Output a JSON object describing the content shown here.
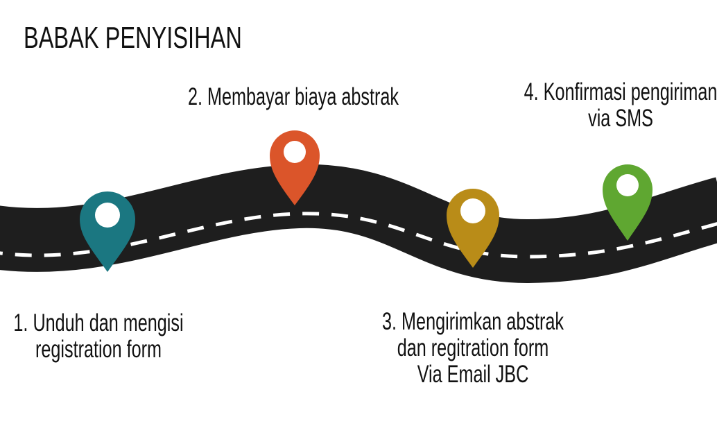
{
  "title": "BABAK PENYISIHAN",
  "steps": [
    {
      "number": "1",
      "lines": [
        "1. Unduh dan mengisi",
        "registration form"
      ],
      "pin_color": "#1B7781",
      "icon": "location-pin-icon"
    },
    {
      "number": "2",
      "lines": [
        "2. Membayar biaya abstrak"
      ],
      "pin_color": "#DB552A",
      "icon": "location-pin-icon"
    },
    {
      "number": "3",
      "lines": [
        "3. Mengirimkan abstrak",
        "dan regitration form",
        "Via Email JBC"
      ],
      "pin_color": "#B98C18",
      "icon": "location-pin-icon"
    },
    {
      "number": "4",
      "lines": [
        "4. Konfirmasi pengiriman",
        "via SMS"
      ],
      "pin_color": "#5FA731",
      "icon": "location-pin-icon"
    }
  ],
  "colors": {
    "road": "#1E1E1E",
    "road_dash": "#FFFFFF",
    "text": "#111111",
    "background": "#FFFFFF"
  }
}
